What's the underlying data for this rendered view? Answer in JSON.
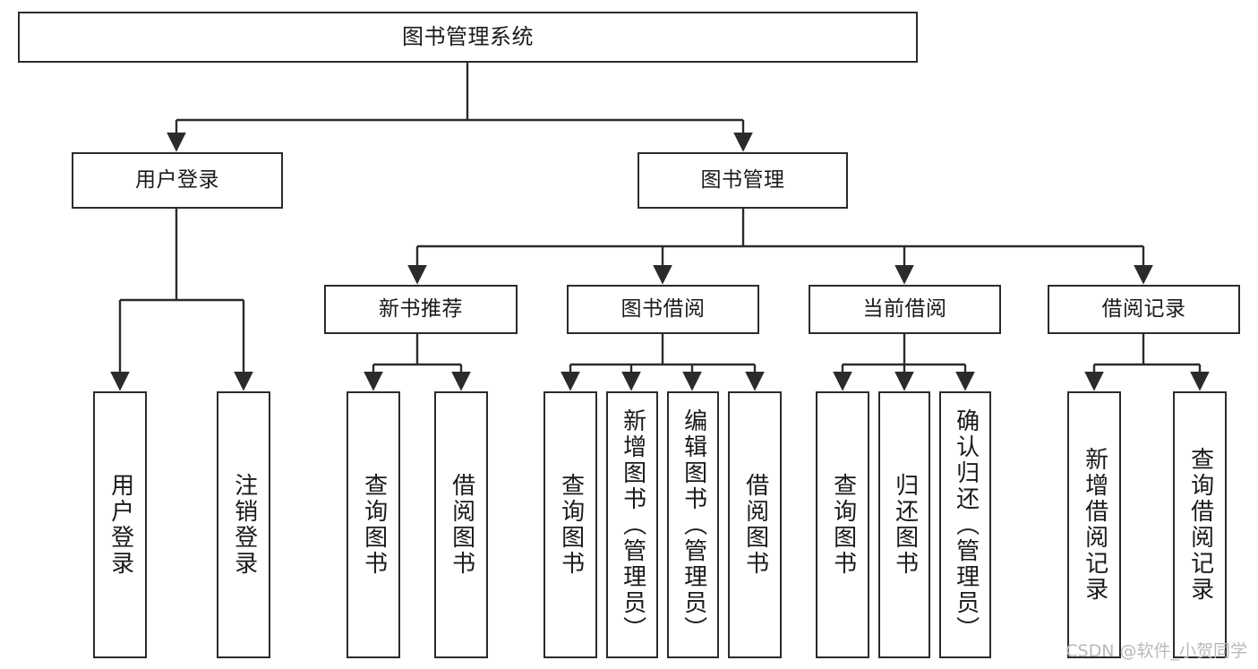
{
  "diagram": {
    "title": "图书管理系统",
    "type": "tree-hierarchy-chart",
    "watermark": "CSDN @软件_小贺同学",
    "colors": {
      "box_border": "#2b2b2b",
      "box_fill": "#ffffff",
      "connector": "#2b2b2b",
      "text": "#1a1a1a",
      "watermark": "#b9b9b9",
      "background": "#ffffff"
    },
    "nodes": {
      "root": {
        "label": "图书管理系统"
      },
      "level1": [
        {
          "id": "user-login",
          "label": "用户登录"
        },
        {
          "id": "book-management",
          "label": "图书管理"
        }
      ],
      "level2": [
        {
          "id": "new-book-recommend",
          "label": "新书推荐"
        },
        {
          "id": "book-borrow",
          "label": "图书借阅"
        },
        {
          "id": "current-borrow",
          "label": "当前借阅"
        },
        {
          "id": "borrow-record",
          "label": "借阅记录"
        }
      ],
      "leaves": {
        "user_login": [
          {
            "id": "leaf-user-login",
            "label": "用户登录"
          },
          {
            "id": "leaf-logout-login",
            "label": "注销登录"
          }
        ],
        "new_book_recommend": [
          {
            "id": "leaf-query-book-1",
            "label": "查询图书"
          },
          {
            "id": "leaf-borrow-book-1",
            "label": "借阅图书"
          }
        ],
        "book_borrow": [
          {
            "id": "leaf-query-book-2",
            "label": "查询图书"
          },
          {
            "id": "leaf-add-book",
            "label": "新增图书（管理员）"
          },
          {
            "id": "leaf-edit-book",
            "label": "编辑图书（管理员）"
          },
          {
            "id": "leaf-borrow-book-2",
            "label": "借阅图书"
          }
        ],
        "current_borrow": [
          {
            "id": "leaf-query-book-3",
            "label": "查询图书"
          },
          {
            "id": "leaf-return-book",
            "label": "归还图书"
          },
          {
            "id": "leaf-confirm-return",
            "label": "确认归还（管理员）"
          }
        ],
        "borrow_record": [
          {
            "id": "leaf-add-record",
            "label": "新增借阅记录"
          },
          {
            "id": "leaf-query-record",
            "label": "查询借阅记录"
          }
        ]
      }
    }
  }
}
